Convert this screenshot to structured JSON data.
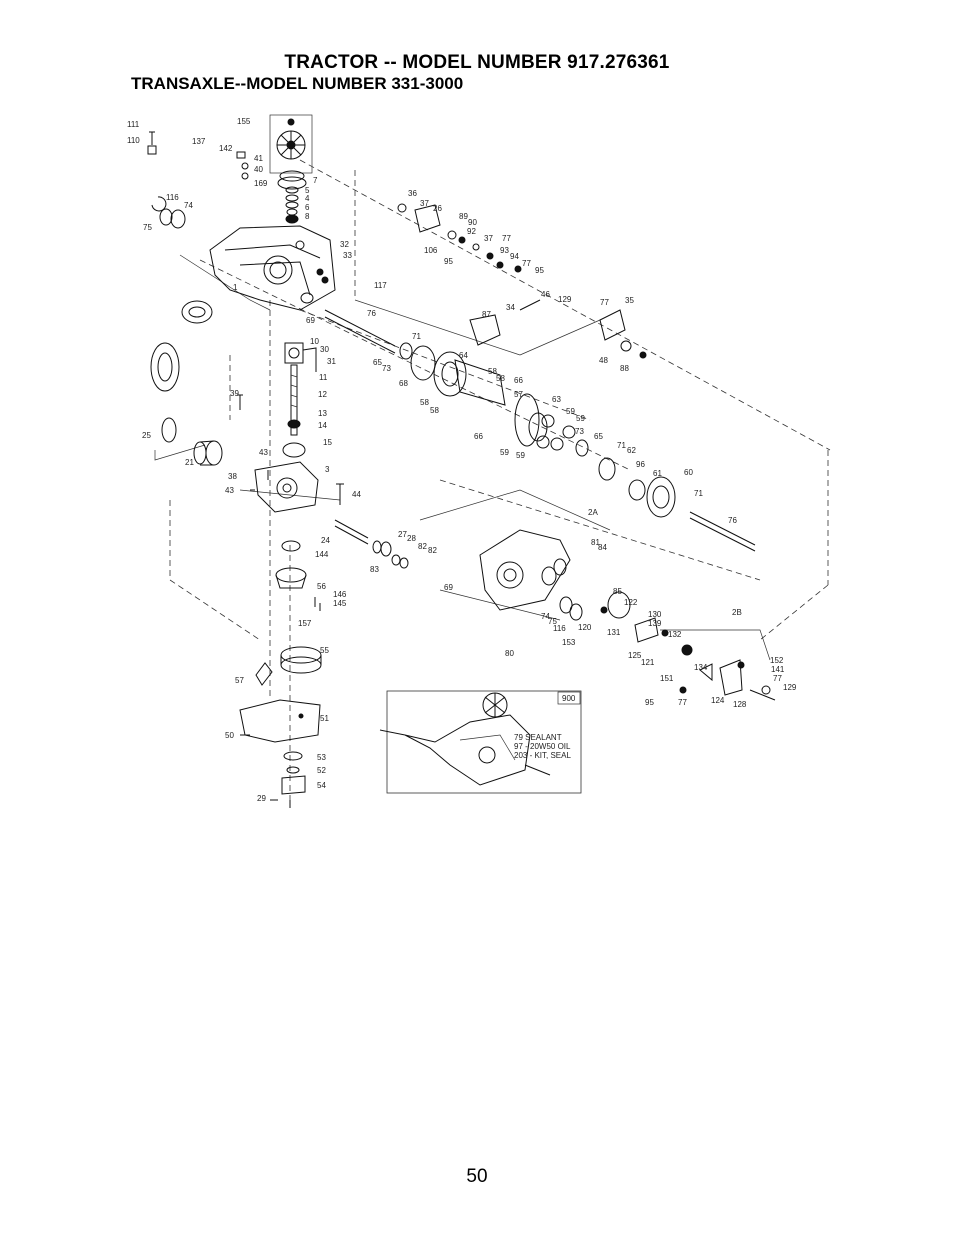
{
  "header": {
    "title": "TRACTOR -- MODEL NUMBER 917.276361",
    "subtitle": "TRANSAXLE--MODEL NUMBER 331-3000"
  },
  "callouts": [
    "155",
    "111",
    "110",
    "137",
    "142",
    "41",
    "40",
    "169",
    "7",
    "5",
    "4",
    "6",
    "8",
    "116",
    "74",
    "75",
    "36",
    "37",
    "26",
    "89",
    "90",
    "92",
    "37",
    "77",
    "106",
    "93",
    "94",
    "95",
    "77",
    "95",
    "32",
    "33",
    "117",
    "1",
    "46",
    "129",
    "77",
    "35",
    "87",
    "34",
    "69",
    "76",
    "10",
    "30",
    "31",
    "11",
    "71",
    "65",
    "73",
    "64",
    "68",
    "48",
    "88",
    "58",
    "58",
    "66",
    "57",
    "58",
    "58",
    "63",
    "59",
    "59",
    "39",
    "12",
    "13",
    "14",
    "15",
    "25",
    "66",
    "73",
    "65",
    "59",
    "59",
    "62",
    "96",
    "71",
    "61",
    "60",
    "21",
    "43",
    "3",
    "38",
    "43",
    "44",
    "71",
    "76",
    "2A",
    "24",
    "27",
    "28",
    "81",
    "82",
    "82",
    "84",
    "144",
    "83",
    "69",
    "56",
    "146",
    "145",
    "74",
    "75",
    "116",
    "120",
    "85",
    "122",
    "130",
    "139",
    "2B",
    "157",
    "132",
    "131",
    "80",
    "153",
    "55",
    "125",
    "121",
    "134",
    "152",
    "141",
    "77",
    "129",
    "151",
    "95",
    "77",
    "124",
    "128",
    "57",
    "51",
    "50",
    "53",
    "52",
    "54",
    "29"
  ],
  "inset": {
    "tag": "900",
    "notes": [
      "79  SEALANT",
      "97  -  20W50  OIL",
      "203  -  KIT,  SEAL"
    ]
  },
  "page_number": "50"
}
